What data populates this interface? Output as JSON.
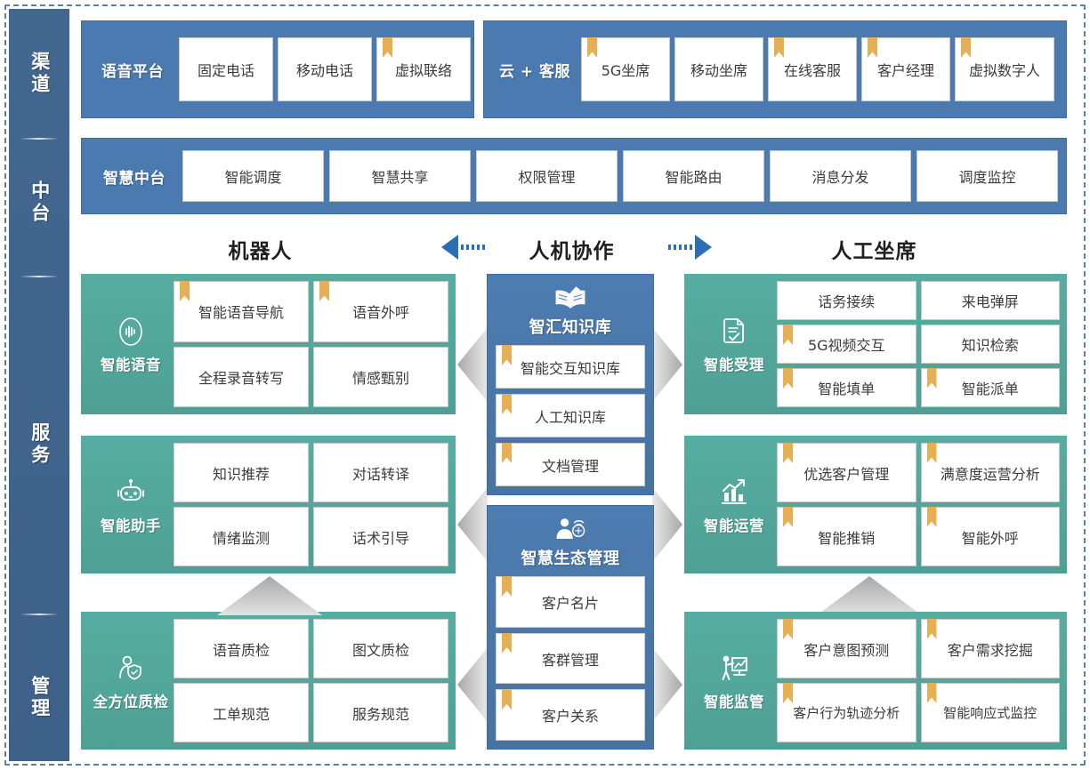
{
  "colors": {
    "blue": "#4a7ab0",
    "sidebar_blue": "#3f688f",
    "teal": "#55ab9f",
    "bookmark_gold": "#e5b055",
    "arrow_blue": "#2d6db5",
    "frame_dash": "#5d7fa6"
  },
  "sidebar": {
    "items": [
      {
        "label": "渠道"
      },
      {
        "label": "中台"
      },
      {
        "label": "服务"
      },
      {
        "label": "管理"
      }
    ]
  },
  "channel_row": {
    "groups": [
      {
        "title": "语音平台",
        "cells": [
          {
            "label": "固定电话",
            "bookmark": false
          },
          {
            "label": "移动电话",
            "bookmark": false
          },
          {
            "label": "虚拟联络",
            "bookmark": true
          }
        ]
      },
      {
        "title": "云 + 客服",
        "cells": [
          {
            "label": "5G坐席",
            "bookmark": true
          },
          {
            "label": "移动坐席",
            "bookmark": false
          },
          {
            "label": "在线客服",
            "bookmark": true
          },
          {
            "label": "客户经理",
            "bookmark": true
          },
          {
            "label": "虚拟数字人",
            "bookmark": true
          }
        ]
      }
    ]
  },
  "middle_platform_row": {
    "title": "智慧中台",
    "cells": [
      {
        "label": "智能调度",
        "bookmark": false
      },
      {
        "label": "智慧共享",
        "bookmark": false
      },
      {
        "label": "权限管理",
        "bookmark": false
      },
      {
        "label": "智能路由",
        "bookmark": false
      },
      {
        "label": "消息分发",
        "bookmark": false
      },
      {
        "label": "调度监控",
        "bookmark": false
      }
    ]
  },
  "collab_header": {
    "left": "机器人",
    "center": "人机协作",
    "right": "人工坐席"
  },
  "left_cards": [
    {
      "name": "智能语音",
      "icon": "voice-wave-icon",
      "cells": [
        {
          "label": "智能语音导航",
          "bookmark": true
        },
        {
          "label": "语音外呼",
          "bookmark": true
        },
        {
          "label": "全程录音转写",
          "bookmark": false
        },
        {
          "label": "情感甄别",
          "bookmark": false
        }
      ]
    },
    {
      "name": "智能助手",
      "icon": "robot-icon",
      "cells": [
        {
          "label": "知识推荐",
          "bookmark": false
        },
        {
          "label": "对话转译",
          "bookmark": false
        },
        {
          "label": "情绪监测",
          "bookmark": false
        },
        {
          "label": "话术引导",
          "bookmark": false
        }
      ]
    },
    {
      "name": "全方位质检",
      "icon": "person-shield-icon",
      "cells": [
        {
          "label": "语音质检",
          "bookmark": false
        },
        {
          "label": "图文质检",
          "bookmark": false
        },
        {
          "label": "工单规范",
          "bookmark": false
        },
        {
          "label": "服务规范",
          "bookmark": false
        }
      ]
    }
  ],
  "center_stacks": [
    {
      "title": "智汇知识库",
      "icon": "open-book-pen-icon",
      "items": [
        {
          "label": "智能交互知识库",
          "bookmark": true
        },
        {
          "label": "人工知识库",
          "bookmark": true
        },
        {
          "label": "文档管理",
          "bookmark": true
        }
      ]
    },
    {
      "title": "智慧生态管理",
      "icon": "person-network-icon",
      "items": [
        {
          "label": "客户名片",
          "bookmark": true
        },
        {
          "label": "客群管理",
          "bookmark": true
        },
        {
          "label": "客户关系",
          "bookmark": true
        }
      ]
    }
  ],
  "right_cards": [
    {
      "name": "智能受理",
      "icon": "document-check-icon",
      "rows": 3,
      "cells": [
        {
          "label": "话务接续",
          "bookmark": false
        },
        {
          "label": "来电弹屏",
          "bookmark": false
        },
        {
          "label": "5G视频交互",
          "bookmark": true
        },
        {
          "label": "知识检索",
          "bookmark": false
        },
        {
          "label": "智能填单",
          "bookmark": true
        },
        {
          "label": "智能派单",
          "bookmark": true
        }
      ]
    },
    {
      "name": "智能运营",
      "icon": "growth-chart-icon",
      "rows": 2,
      "cells": [
        {
          "label": "优选客户管理",
          "bookmark": true
        },
        {
          "label": "满意度运营分析",
          "bookmark": true
        },
        {
          "label": "智能推销",
          "bookmark": true
        },
        {
          "label": "智能外呼",
          "bookmark": true
        }
      ]
    },
    {
      "name": "智能监管",
      "icon": "presenter-chart-icon",
      "rows": 2,
      "cells": [
        {
          "label": "客户意图预测",
          "bookmark": true
        },
        {
          "label": "客户需求挖掘",
          "bookmark": true
        },
        {
          "label": "客户行为轨迹分析",
          "bookmark": true
        },
        {
          "label": "智能响应式监控",
          "bookmark": true
        }
      ]
    }
  ]
}
